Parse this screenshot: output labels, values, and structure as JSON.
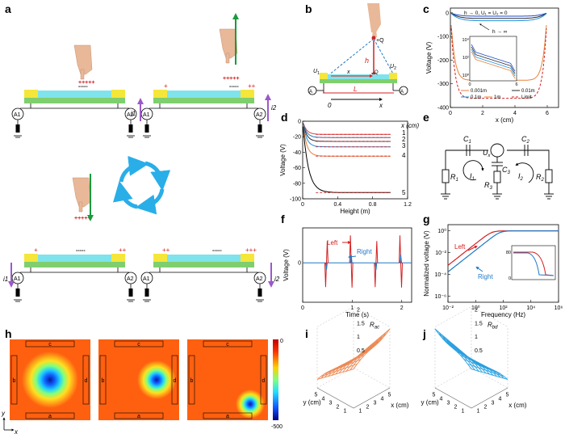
{
  "panel_labels": {
    "a": "a",
    "b": "b",
    "c": "c",
    "d": "d",
    "e": "e",
    "f": "f",
    "g": "g",
    "h": "h",
    "i": "i",
    "j": "j"
  },
  "panel_a": {
    "ammeters": [
      "A",
      "1",
      "A",
      "2"
    ],
    "currents": [
      "i",
      "1",
      "i",
      "2"
    ],
    "charges_minus": "-----",
    "charges_plus": "+++++",
    "plus_1": "+",
    "plus_2": "++",
    "plus_3": "+++"
  },
  "panel_b": {
    "q_plus": "+Q",
    "q_minus": "-Q",
    "h": "h",
    "x": "x",
    "L": "L",
    "zero": "0",
    "x_tick": "x",
    "U1": "U",
    "U2": "U",
    "sub1": "1",
    "sub2": "2",
    "A1": "A",
    "A2": "A"
  },
  "panel_c": {
    "ylabel": "Voltage (V)",
    "xlabel": "x (cm)",
    "yticks": [
      "0",
      "-100",
      "-200",
      "-300",
      "-400"
    ],
    "xticks": [
      "0",
      "2",
      "4",
      "6"
    ],
    "annot_top": "h → 0, U₁ = U₂ = 0",
    "annot_inf": "h → ∞",
    "inset_yticks": [
      "10⁴",
      "10²",
      "10⁰"
    ],
    "inset_xticks": [
      "0",
      "6"
    ],
    "legend": [
      "0.001m",
      "0.01m",
      "0.1m",
      "1m",
      "Limit"
    ]
  },
  "panel_d": {
    "ylabel": "Voltage (V)",
    "xlabel": "Height (m)",
    "yticks": [
      "0",
      "-20",
      "-40",
      "-60",
      "-80",
      "-100"
    ],
    "xticks": [
      "0",
      "0.4",
      "0.8",
      "1.2"
    ],
    "legend_title": "x (cm)",
    "curve_labels": [
      "1",
      "2",
      "3",
      "4",
      "5"
    ]
  },
  "panel_e": {
    "C1": "C",
    "C2": "C",
    "C3": "C",
    "R1": "R",
    "R2": "R",
    "R3": "R",
    "I1": "I",
    "I2": "I",
    "Ux": "U",
    "s1": "1",
    "s2": "2",
    "s3": "3",
    "sx": "x"
  },
  "panel_f": {
    "ylabel": "Voltage (V)",
    "xlabel": "Time (s)",
    "xticks": [
      "0",
      "1",
      "2"
    ],
    "yticks": [
      "0"
    ],
    "left": "Left",
    "right": "Right"
  },
  "panel_g": {
    "ylabel": "Normalized voltage (V)",
    "xlabel": "Frequency (Hz)",
    "yticks": [
      "10⁰",
      "10⁻²",
      "10⁻⁴",
      "10⁻⁶"
    ],
    "xticks": [
      "10⁻²",
      "10⁰",
      "10²",
      "10⁴",
      "10⁶"
    ],
    "left": "Left",
    "right": "Right",
    "inset_ytick": "80",
    "inset_ytick0": "0"
  },
  "panel_h": {
    "edges": [
      "a",
      "b",
      "c",
      "d"
    ],
    "colorbar": [
      "0",
      "-500"
    ],
    "axis_x": "x",
    "axis_y": "y"
  },
  "panel_i": {
    "zlabel": "R",
    "zsub": "ac",
    "zticks": [
      "2",
      "1.5",
      "1",
      "0.5"
    ],
    "yticks": [
      "1",
      "2",
      "3",
      "4",
      "5"
    ],
    "xticks": [
      "1",
      "2",
      "3",
      "4",
      "5"
    ],
    "ylabel": "y (cm)",
    "xlabel": "x (cm)"
  },
  "panel_j": {
    "zlabel": "R",
    "zsub": "bd",
    "zticks": [
      "2",
      "1.5",
      "1",
      "0.5"
    ],
    "yticks": [
      "1",
      "2",
      "3",
      "4",
      "5"
    ],
    "xticks": [
      "1",
      "2",
      "3",
      "4",
      "5"
    ],
    "ylabel": "y (cm)",
    "xlabel": "x (cm)"
  },
  "colors": {
    "device_cyan": "#7fe3ec",
    "device_green": "#7fcf6e",
    "electrode_yellow": "#f5e63a",
    "arrow_green": "#1a9a3c",
    "arrow_purple": "#9b59c9",
    "cycle_blue": "#29aee8",
    "red": "#d42020",
    "blue": "#1f78c8",
    "orange": "#e8823a"
  }
}
